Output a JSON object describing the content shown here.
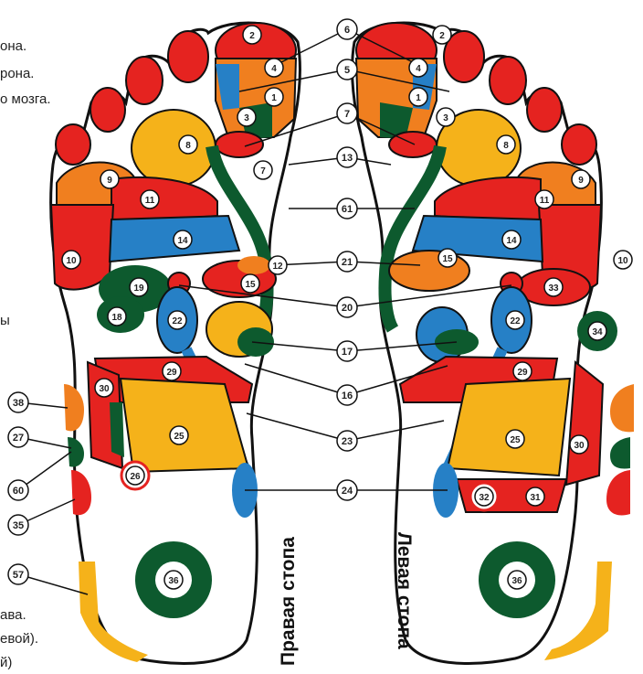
{
  "left_edge_text": [
    "она.",
    "рона.",
    "о мозга.",
    "ы",
    "ава.",
    "евой).",
    "й)"
  ],
  "foot_labels": {
    "right": "Правая стопа",
    "left": "Левая стопа"
  },
  "center_numbers": [
    "6",
    "5",
    "7",
    "13",
    "61",
    "21",
    "20",
    "17",
    "16",
    "23",
    "24"
  ],
  "right_foot_numbers": [
    "2",
    "4",
    "1",
    "3",
    "8",
    "9",
    "11",
    "14",
    "10",
    "12",
    "15",
    "19",
    "18",
    "22",
    "7",
    "29",
    "30",
    "25",
    "26",
    "36"
  ],
  "left_foot_numbers": [
    "2",
    "4",
    "1",
    "3",
    "8",
    "9",
    "11",
    "14",
    "10",
    "15",
    "33",
    "22",
    "34",
    "29",
    "25",
    "30",
    "32",
    "31",
    "36"
  ],
  "side_numbers": [
    "38",
    "27",
    "60",
    "35",
    "57"
  ],
  "colors": {
    "red": "#e52320",
    "orange": "#f07f1f",
    "yellow": "#f5b21a",
    "blue": "#2680c6",
    "green": "#0d5a2e",
    "outline": "#111111"
  }
}
